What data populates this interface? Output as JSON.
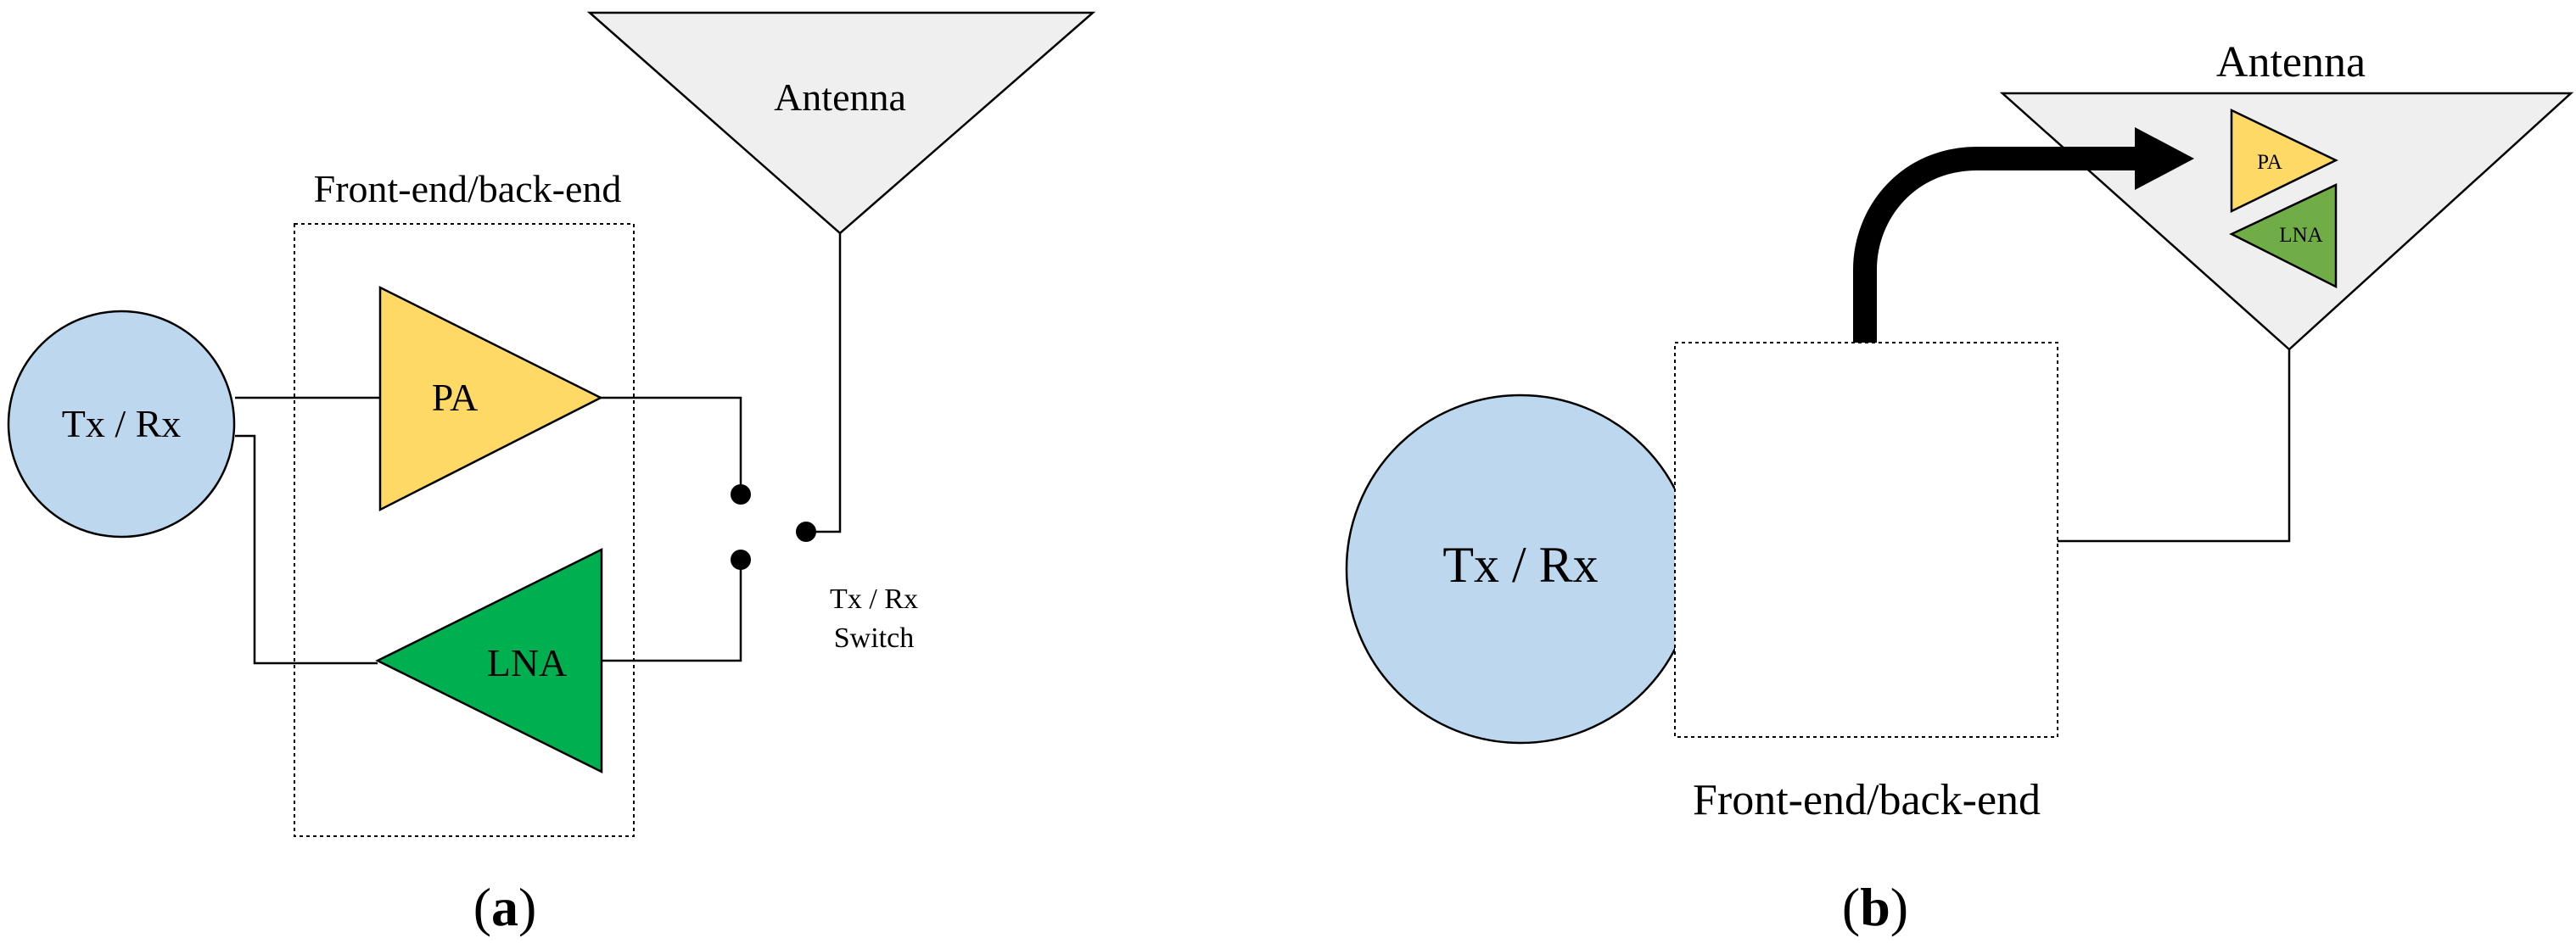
{
  "panel_a": {
    "label_open": "(",
    "label_letter": "a",
    "label_close": ")",
    "tx_rx": "Tx / Rx",
    "frontend_label": "Front-end/back-end",
    "pa": "PA",
    "lna": "LNA",
    "antenna": "Antenna",
    "switch_line1": "Tx / Rx",
    "switch_line2": "Switch"
  },
  "panel_b": {
    "label_open": "(",
    "label_letter": "b",
    "label_close": ")",
    "tx_rx": "Tx / Rx",
    "frontend_label": "Front-end/back-end",
    "antenna": "Antenna",
    "pa": "PA",
    "lna": "LNA"
  },
  "colors": {
    "circle_fill": "#bdd7ee",
    "pa_fill": "#ffd966",
    "lna_fill_a": "#00b050",
    "lna_fill_b": "#70ad47",
    "antenna_fill": "#efefef",
    "line": "#000000"
  }
}
